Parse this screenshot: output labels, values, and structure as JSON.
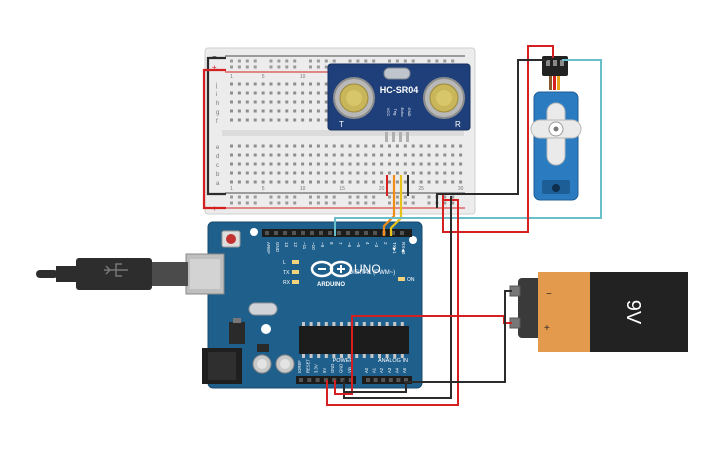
{
  "components": {
    "breadboard": {
      "row_labels_top": [
        "j",
        "i",
        "h",
        "g",
        "f"
      ],
      "row_labels_bottom": [
        "e",
        "d",
        "c",
        "b",
        "a"
      ],
      "col_numbers": [
        "1",
        "5",
        "10",
        "15",
        "20",
        "25",
        "30"
      ],
      "plus": "+",
      "minus": "−"
    },
    "sensor": {
      "model": "HC-SR04",
      "left_mark": "T",
      "right_mark": "R",
      "pins": [
        "VCC",
        "Trig",
        "Echo",
        "GND"
      ]
    },
    "arduino": {
      "brand": "ARDUINO",
      "model": "UNO",
      "digital_header": "DIGITAL (PWM~)",
      "digital_pins": [
        "AREF",
        "GND",
        "13",
        "12",
        "~11",
        "~10",
        "~9",
        "8",
        "7",
        "~6",
        "~5",
        "4",
        "~3",
        "2",
        "TX▶1",
        "RX◀0"
      ],
      "power_header": "POWER",
      "power_pins": [
        "IOREF",
        "RESET",
        "3.3V",
        "5V",
        "GND",
        "GND",
        "Vin"
      ],
      "analog_header": "ANALOG IN",
      "analog_pins": [
        "A0",
        "A1",
        "A2",
        "A3",
        "A4",
        "A5"
      ],
      "leds": [
        "L",
        "TX",
        "RX"
      ],
      "on_led": "ON"
    },
    "battery": {
      "label": "9V",
      "minus": "−",
      "plus": "+"
    }
  },
  "colors": {
    "wire_red": "#d42020",
    "wire_black": "#2b2b2b",
    "wire_orange": "#f08c1a",
    "wire_yellow": "#e8c21a",
    "wire_cyan": "#69bfc9",
    "board_blue": "#1f5f8c",
    "sensor_blue": "#1e3f7a",
    "servo_blue": "#2a7bc0",
    "battery_orange": "#e49a4c"
  }
}
